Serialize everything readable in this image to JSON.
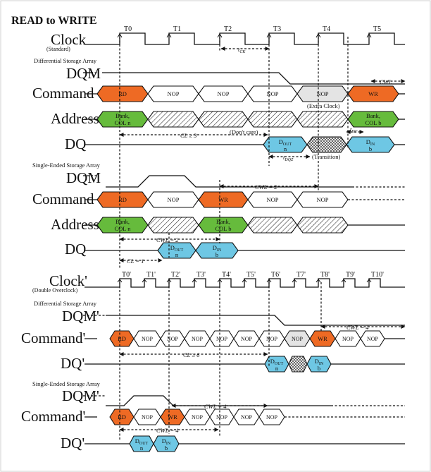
{
  "title": "READ to WRITE",
  "clock_ticks": [
    "T0",
    "T1",
    "T2",
    "T3",
    "T4",
    "T5"
  ],
  "clock2_ticks": [
    "T0'",
    "T1'",
    "T2'",
    "T3'",
    "T4'",
    "T5'",
    "T6'",
    "T7'",
    "T8'",
    "T9'",
    "T10'"
  ],
  "labels": {
    "clock": "Clock",
    "clock_sub": "(Standard)",
    "diff_array": "Differential Storage Array",
    "single_array": "Single-Ended Storage Array",
    "dqm": "DQM",
    "command": "Command",
    "address": "Address",
    "dq": "DQ",
    "clock2": "Clock'",
    "clock2_sub": "(Double Overclock)",
    "dqm2": "DQM'",
    "command2": "Command'",
    "dq2": "DQ'"
  },
  "cells": {
    "rd": "RD",
    "nop": "NOP",
    "wr": "WR",
    "bank_n_top": "Bank,",
    "bank_n_bot": "COL n",
    "bank_b_top": "Bank,",
    "bank_b_bot": "COL b",
    "dout": "D",
    "dout_sub": "OUT",
    "din": "D",
    "din_sub": "IN",
    "n": "n",
    "b": "b"
  },
  "annotations": {
    "tck": "t",
    "tck_sub": "CK",
    "cwl": "CWL",
    "extra_clock": "(Extra Clock)",
    "dont_care": "(Don't care)",
    "cl3": "CL ≥ 3",
    "tdqz": "t",
    "tdqz_sub": "DQZ",
    "tht": "t",
    "tht_sub": "HT",
    "transition": "(Transition)",
    "cwl2": "CWL = 2",
    "cl1": "CL = 1",
    "cwl4": "CWL = 4",
    "cl6": "CL ≥ 6"
  },
  "colors": {
    "rd": "#ee6a24",
    "wr": "#ee6a24",
    "nop": "#ffffff",
    "nop_extra": "#e4e4e4",
    "address": "#66bb3c",
    "dq": "#6ec7e4",
    "hatch": "#222222"
  }
}
